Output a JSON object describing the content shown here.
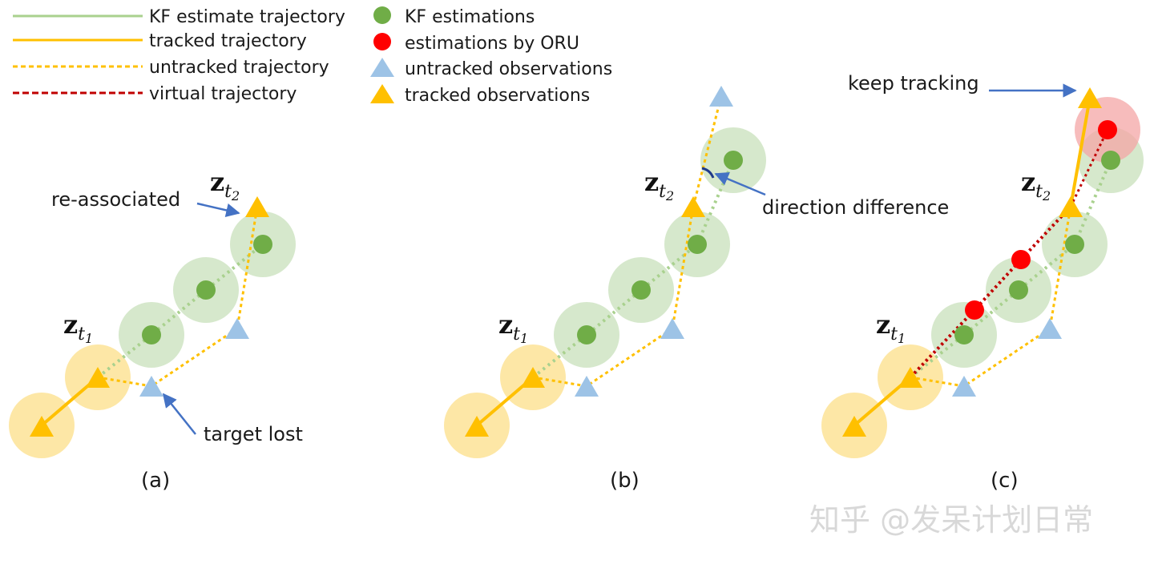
{
  "legend": {
    "lines": [
      {
        "label": "KF estimate trajectory",
        "style": "kf-line"
      },
      {
        "label": "tracked trajectory",
        "style": "tracked-line"
      },
      {
        "label": "untracked trajectory",
        "style": "untracked-line"
      },
      {
        "label": "virtual trajectory",
        "style": "virtual-line"
      }
    ],
    "markers": [
      {
        "label": "KF estimations",
        "style": "kf-dot"
      },
      {
        "label": "estimations by ORU",
        "style": "oru-dot"
      },
      {
        "label": "untracked observations",
        "style": "blue-triangle"
      },
      {
        "label": "tracked observations",
        "style": "orange-triangle"
      }
    ]
  },
  "panels": [
    {
      "caption": "(a)",
      "z_t1": {
        "main": "z",
        "sub": "t",
        "subsub": "1"
      },
      "z_t2": {
        "main": "z",
        "sub": "t",
        "subsub": "2"
      },
      "annotations": [
        "re-associated",
        "target lost"
      ]
    },
    {
      "caption": "(b)",
      "z_t1": {
        "main": "z",
        "sub": "t",
        "subsub": "1"
      },
      "z_t2": {
        "main": "z",
        "sub": "t",
        "subsub": "2"
      },
      "annotations": [
        "direction difference"
      ]
    },
    {
      "caption": "(c)",
      "z_t1": {
        "main": "z",
        "sub": "t",
        "subsub": "1"
      },
      "z_t2": {
        "main": "z",
        "sub": "t",
        "subsub": "2"
      },
      "annotations": [
        "keep tracking"
      ]
    }
  ],
  "watermark": "知乎 @发呆计划日常",
  "colors": {
    "kf_green": "#70ad47",
    "kf_halo": "#d6e8cc",
    "tracked_orange": "#ffc000",
    "tracked_halo": "#fde7a6",
    "untracked_blue": "#9dc3e6",
    "virtual_red": "#c00000",
    "oru_red": "#ff0000",
    "oru_halo": "#f4a6a6",
    "arrow_blue": "#4472c4"
  }
}
